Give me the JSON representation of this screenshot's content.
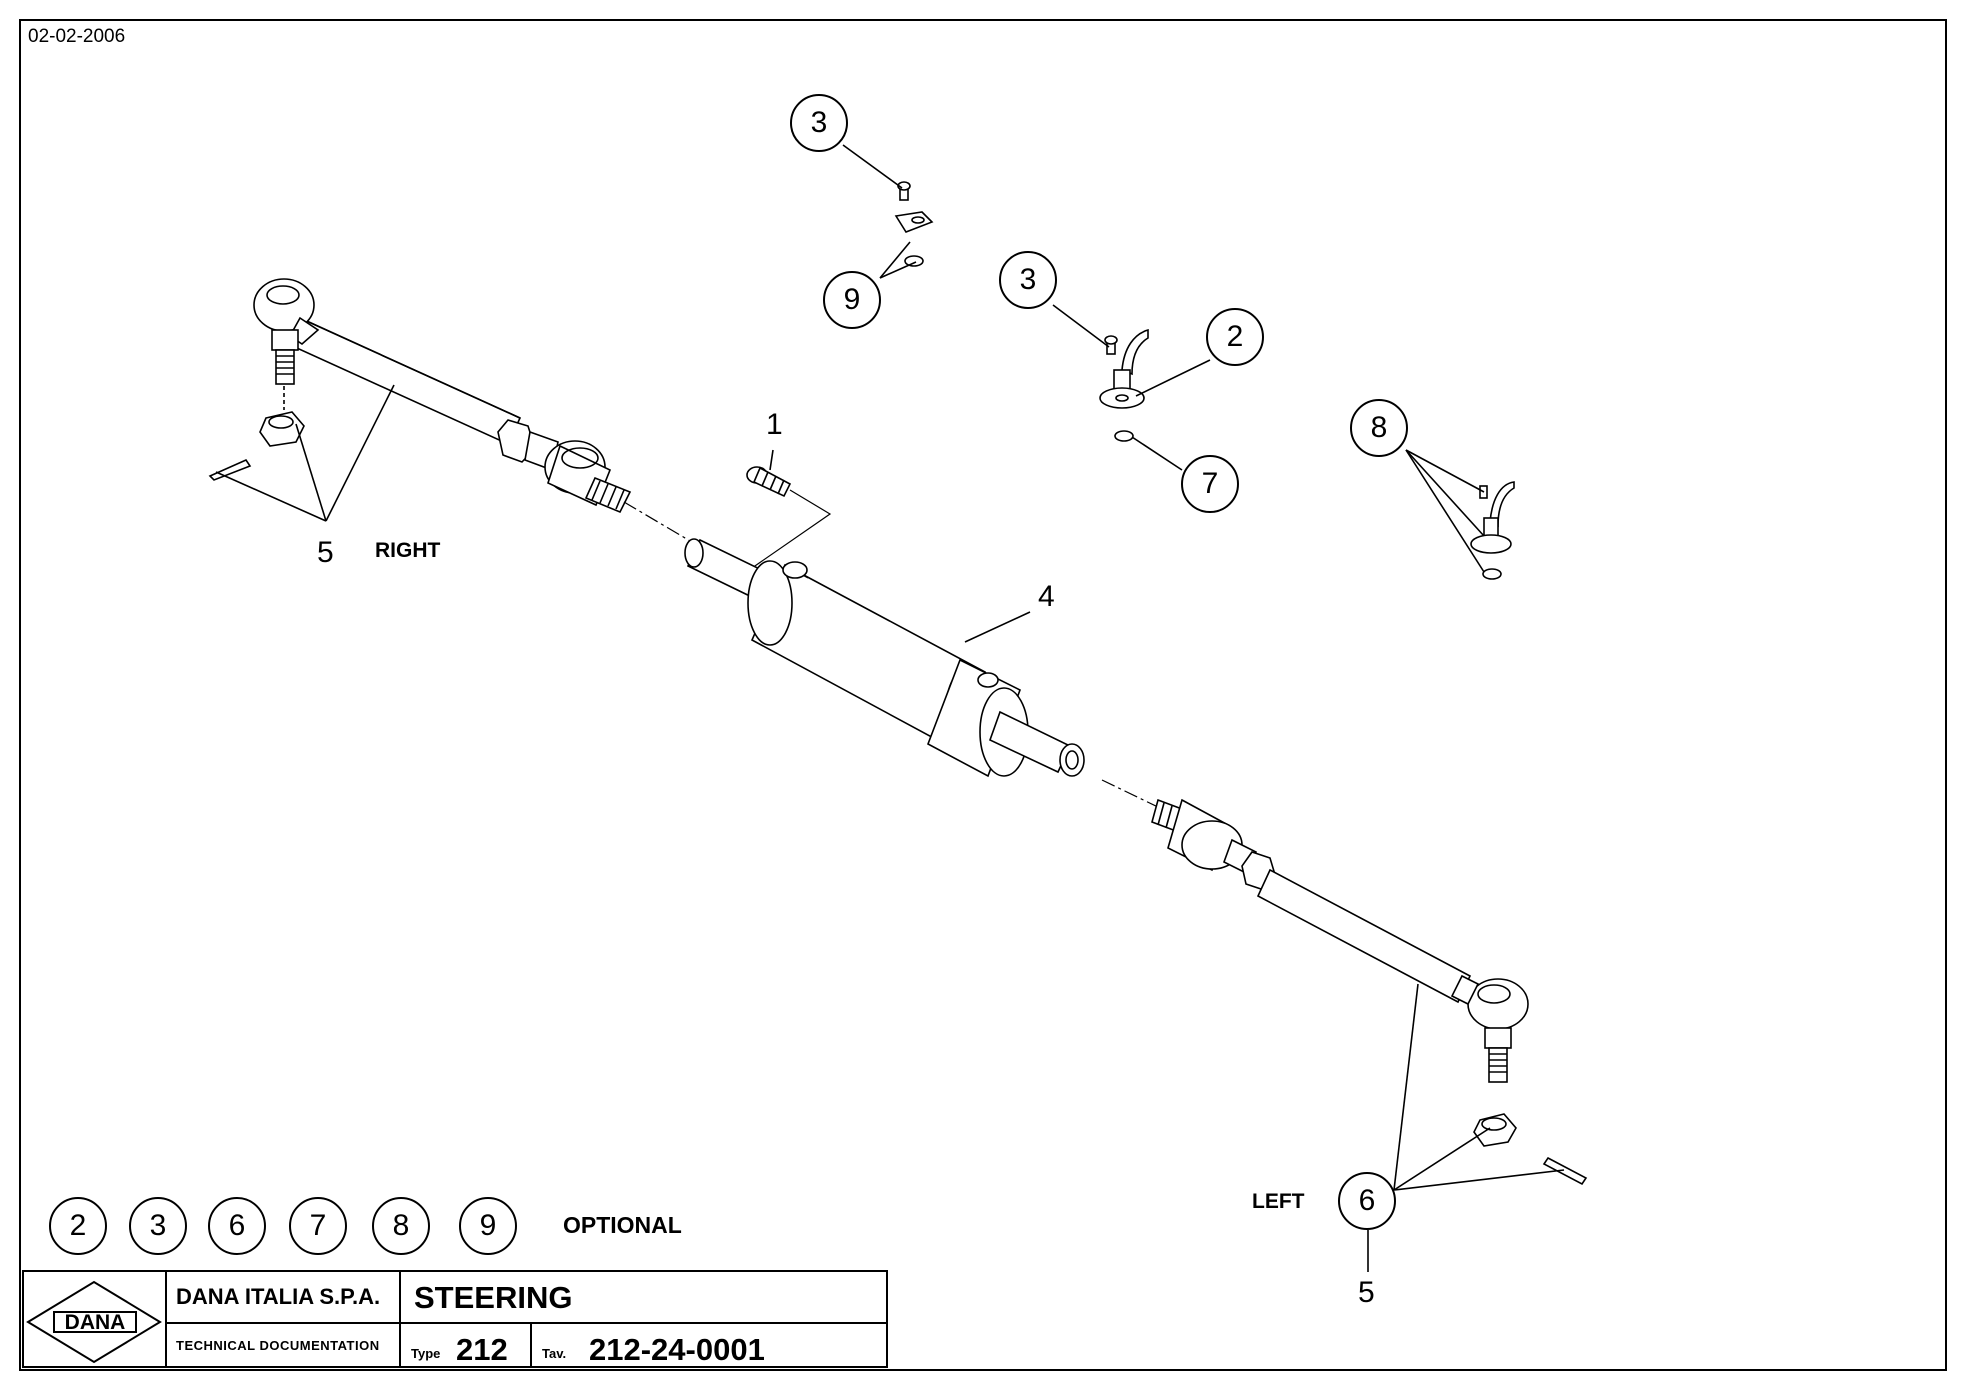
{
  "date": "02-02-2006",
  "callouts": {
    "c3a": "3",
    "c9": "9",
    "c3b": "3",
    "c2": "2",
    "c7": "7",
    "c8": "8",
    "c6": "6"
  },
  "labels": {
    "part1": "1",
    "part4": "4",
    "part5_right": "5",
    "part5_left": "5",
    "right": "RIGHT",
    "left": "LEFT"
  },
  "optional": {
    "items": [
      "2",
      "3",
      "6",
      "7",
      "8",
      "9"
    ],
    "label": "OPTIONAL"
  },
  "title_block": {
    "logo_text": "DANA",
    "company": "DANA ITALIA S.P.A.",
    "doc": "TECHNICAL  DOCUMENTATION",
    "title": "STEERING",
    "type_label": "Type",
    "type_value": "212",
    "tav_label": "Tav.",
    "tav_value": "212-24-0001"
  }
}
